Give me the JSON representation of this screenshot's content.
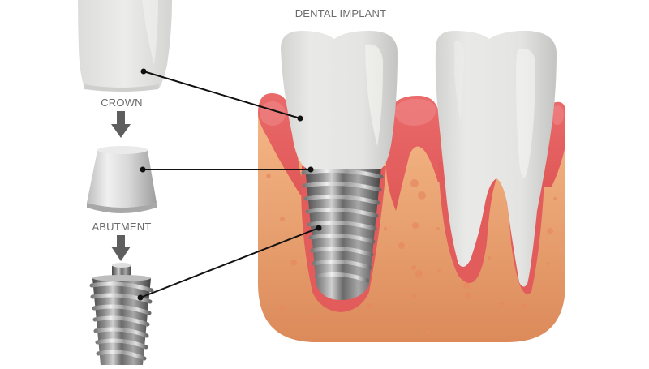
{
  "diagram": {
    "title": "DENTAL IMPLANT",
    "components": [
      {
        "id": "crown",
        "label": "CROWN"
      },
      {
        "id": "abutment",
        "label": "ABUTMENT"
      },
      {
        "id": "implant",
        "label": ""
      }
    ],
    "flow_arrows": [
      {
        "from": "crown",
        "to": "abutment",
        "icon": "arrow-down-icon"
      },
      {
        "from": "abutment",
        "to": "implant",
        "icon": "arrow-down-icon"
      }
    ],
    "callout_lines": [
      {
        "from": "crown",
        "to": "implant-crown-in-jaw"
      },
      {
        "from": "abutment",
        "to": "abutment-in-jaw"
      },
      {
        "from": "implant-screw",
        "to": "screw-in-jaw"
      }
    ],
    "colors": {
      "tooth": "#e4e4e2",
      "tooth_shadow": "#c9c9c7",
      "gum": "#e86565",
      "gum_highlight": "#f08585",
      "bone_top": "#f2b07e",
      "bone_bottom": "#de8d5e",
      "bone_dots": "#e48c62",
      "metal_dark": "#5a5a5a",
      "metal_light": "#d8d8d8",
      "arrow": "#5e5e5e",
      "label_text": "#6b6b6b",
      "callout_line": "#111111"
    }
  }
}
